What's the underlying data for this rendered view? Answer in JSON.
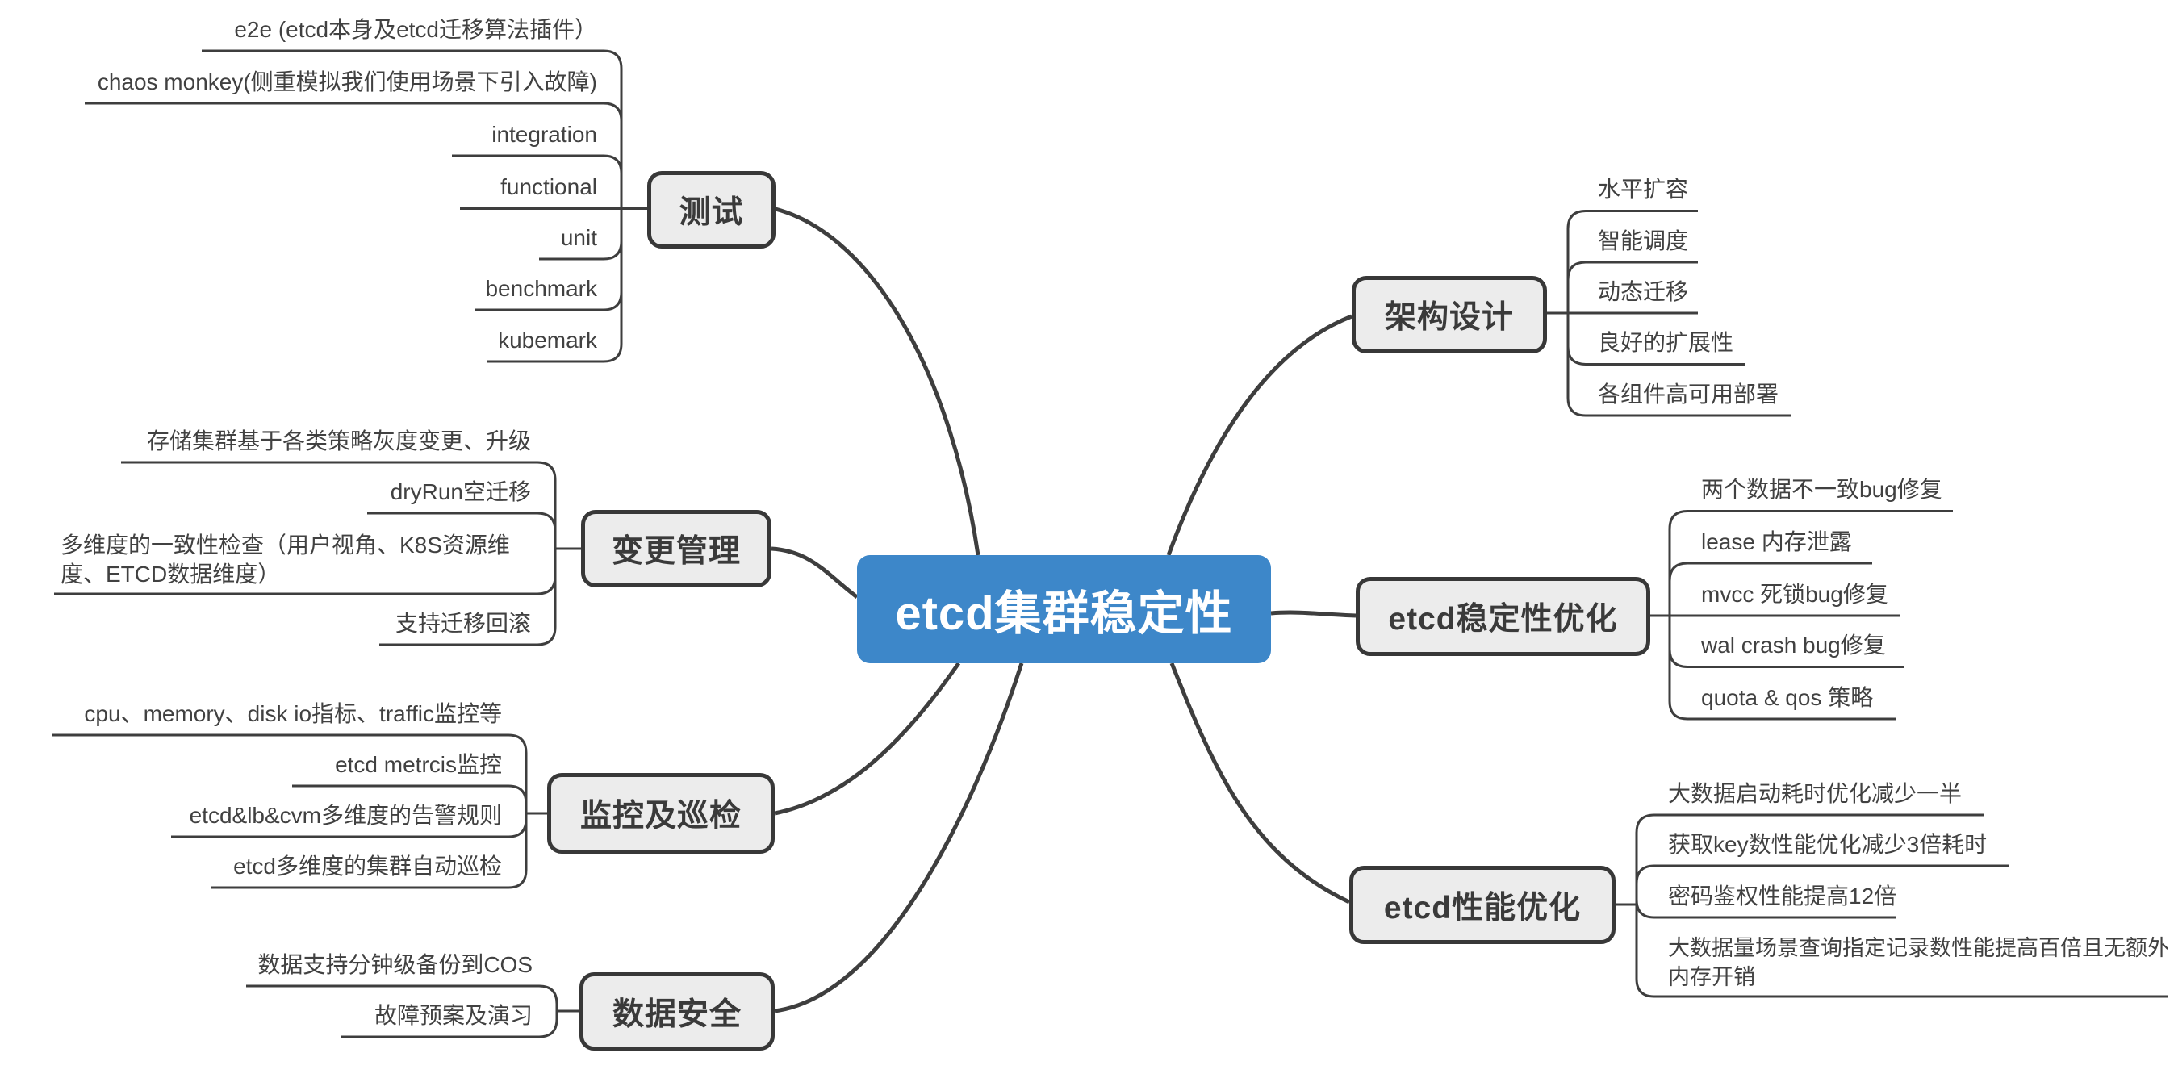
{
  "title": "etcd集群稳定性",
  "colors": {
    "center_bg": "#3d87c9",
    "branch_bg": "#ececec",
    "line": "#3e3e3e",
    "text": "#414141"
  },
  "branches": [
    {
      "label": "测试",
      "children": [
        "e2e (etcd本身及etcd迁移算法插件）",
        "chaos monkey(侧重模拟我们使用场景下引入故障)",
        "integration",
        "functional",
        "unit",
        "benchmark",
        "kubemark"
      ]
    },
    {
      "label": "变更管理",
      "children": [
        "存储集群基于各类策略灰度变更、升级",
        "dryRun空迁移",
        "多维度的一致性检查（用户视角、K8S资源维度、ETCD数据维度）",
        "支持迁移回滚"
      ]
    },
    {
      "label": "监控及巡检",
      "children": [
        "cpu、memory、disk io指标、traffic监控等",
        "etcd metrcis监控",
        "etcd&lb&cvm多维度的告警规则",
        "etcd多维度的集群自动巡检"
      ]
    },
    {
      "label": "数据安全",
      "children": [
        "数据支持分钟级备份到COS",
        "故障预案及演习"
      ]
    },
    {
      "label": "架构设计",
      "children": [
        "水平扩容",
        "智能调度",
        "动态迁移",
        "良好的扩展性",
        "各组件高可用部署"
      ]
    },
    {
      "label": "etcd稳定性优化",
      "children": [
        "两个数据不一致bug修复",
        "lease 内存泄露",
        "mvcc 死锁bug修复",
        "wal crash bug修复",
        "quota & qos 策略"
      ]
    },
    {
      "label": "etcd性能优化",
      "children": [
        "大数据启动耗时优化减少一半",
        "获取key数性能优化减少3倍耗时",
        "密码鉴权性能提高12倍",
        "大数据量场景查询指定记录数性能提高百倍且无额外内存开销"
      ]
    }
  ]
}
